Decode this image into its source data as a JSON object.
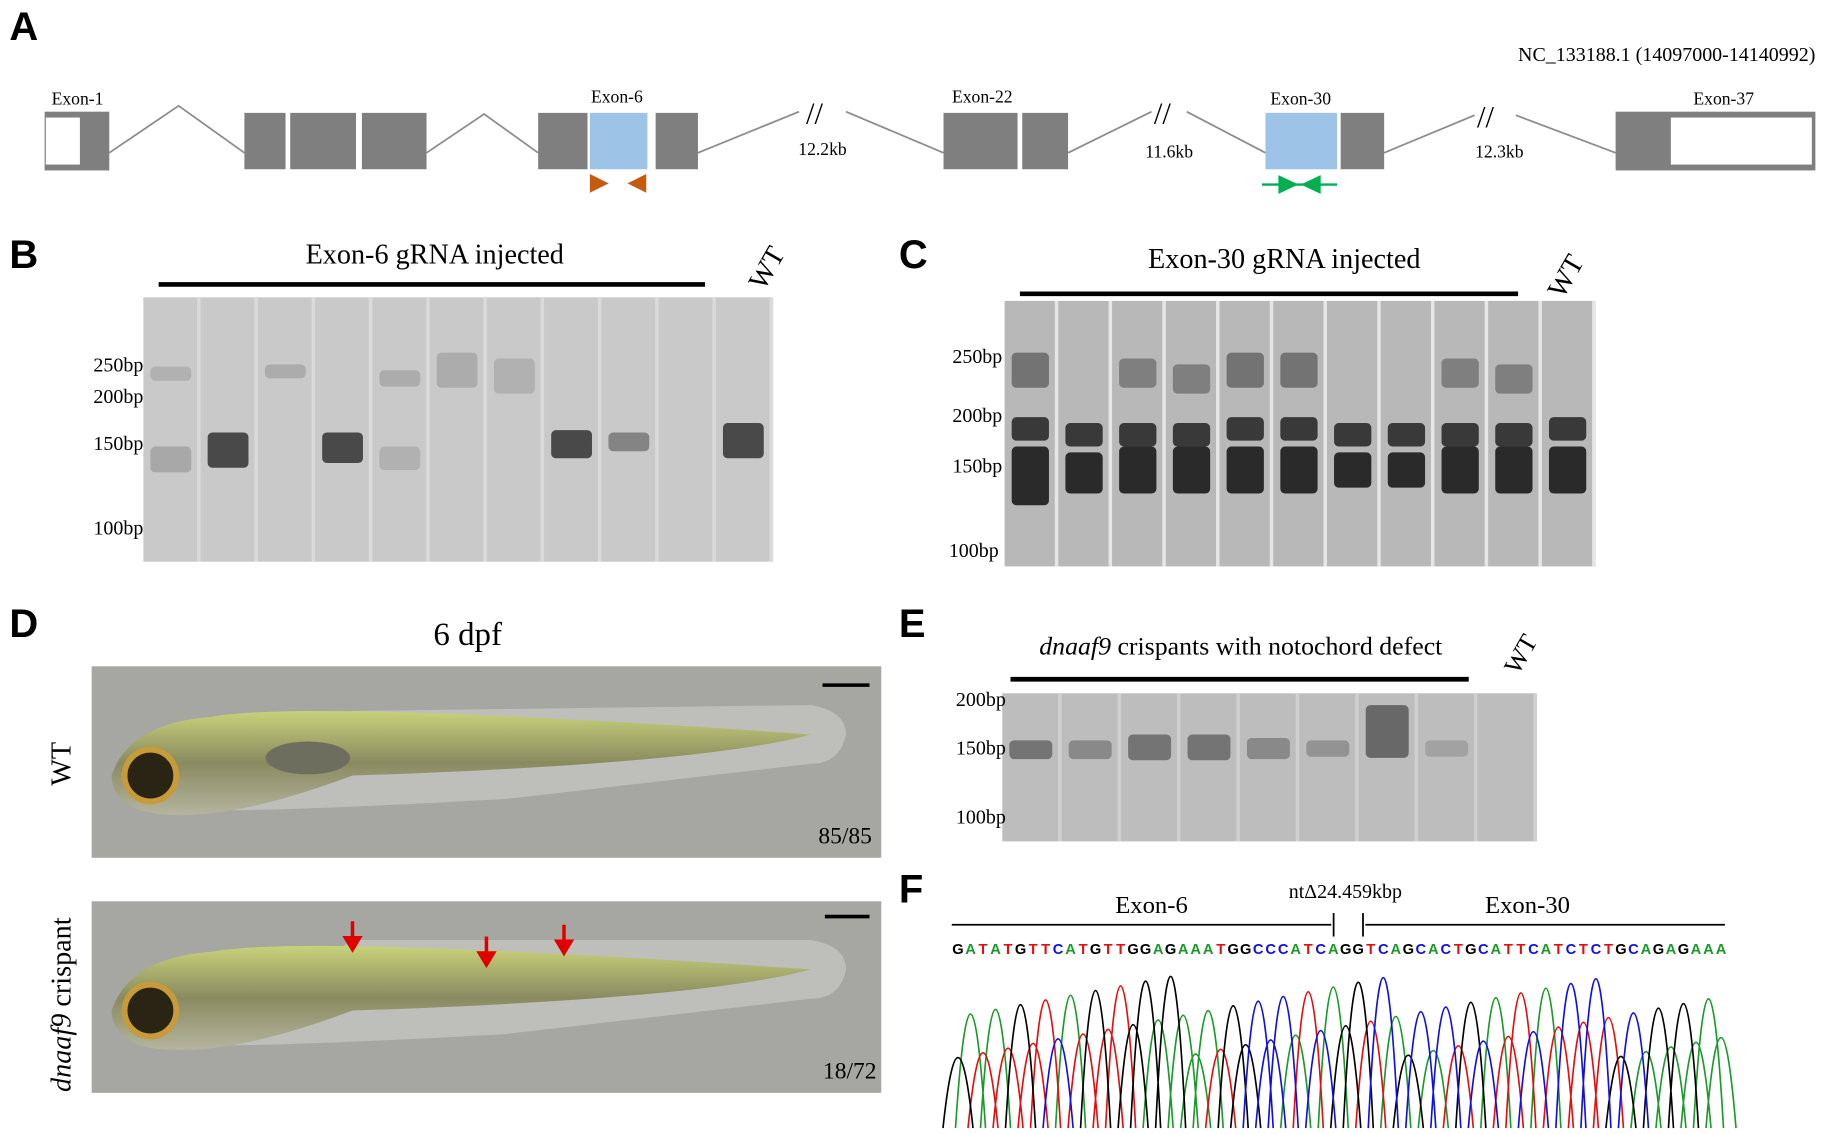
{
  "panels": {
    "A": {
      "label": "A",
      "accession": "NC_133188.1 (14097000-14140992)",
      "exons": [
        "Exon-1",
        "Exon-6",
        "Exon-22",
        "Exon-30",
        "Exon-37"
      ],
      "gaps": [
        "12.2kb",
        "11.6kb",
        "12.3kb"
      ],
      "colors": {
        "exon": "#7f7f7f",
        "target": "#9dc3e6",
        "primer_exon6": "#c55a11",
        "primer_exon30": "#00b050"
      }
    },
    "B": {
      "label": "B",
      "title": "Exon-6 gRNA injected",
      "wt": "WT",
      "markers": [
        "250bp",
        "200bp",
        "150bp",
        "100bp"
      ]
    },
    "C": {
      "label": "C",
      "title": "Exon-30 gRNA injected",
      "wt": "WT",
      "markers": [
        "250bp",
        "200bp",
        "150bp",
        "100bp"
      ]
    },
    "D": {
      "label": "D",
      "title": "6 dpf",
      "rows": [
        {
          "name": "WT",
          "count": "85/85"
        },
        {
          "gene": "dnaaf9",
          "name": " crispant",
          "count": "18/72"
        }
      ]
    },
    "E": {
      "label": "E",
      "gene": "dnaaf9",
      "title": " crispants with notochord defect",
      "wt": "WT",
      "markers": [
        "200bp",
        "150bp",
        "100bp"
      ]
    },
    "F": {
      "label": "F",
      "left": "Exon-6",
      "deletion": "ntΔ24.459kbp",
      "right": "Exon-30",
      "sequence": "GATATGTTCATGTTGGAGAAATGGCCCATCAGGTCAGCACTGCATTCATCTCTGCAGAGAAA",
      "base_colors": {
        "A": "#1a9a2a",
        "T": "#e01010",
        "G": "#000000",
        "C": "#1010e0"
      }
    }
  }
}
